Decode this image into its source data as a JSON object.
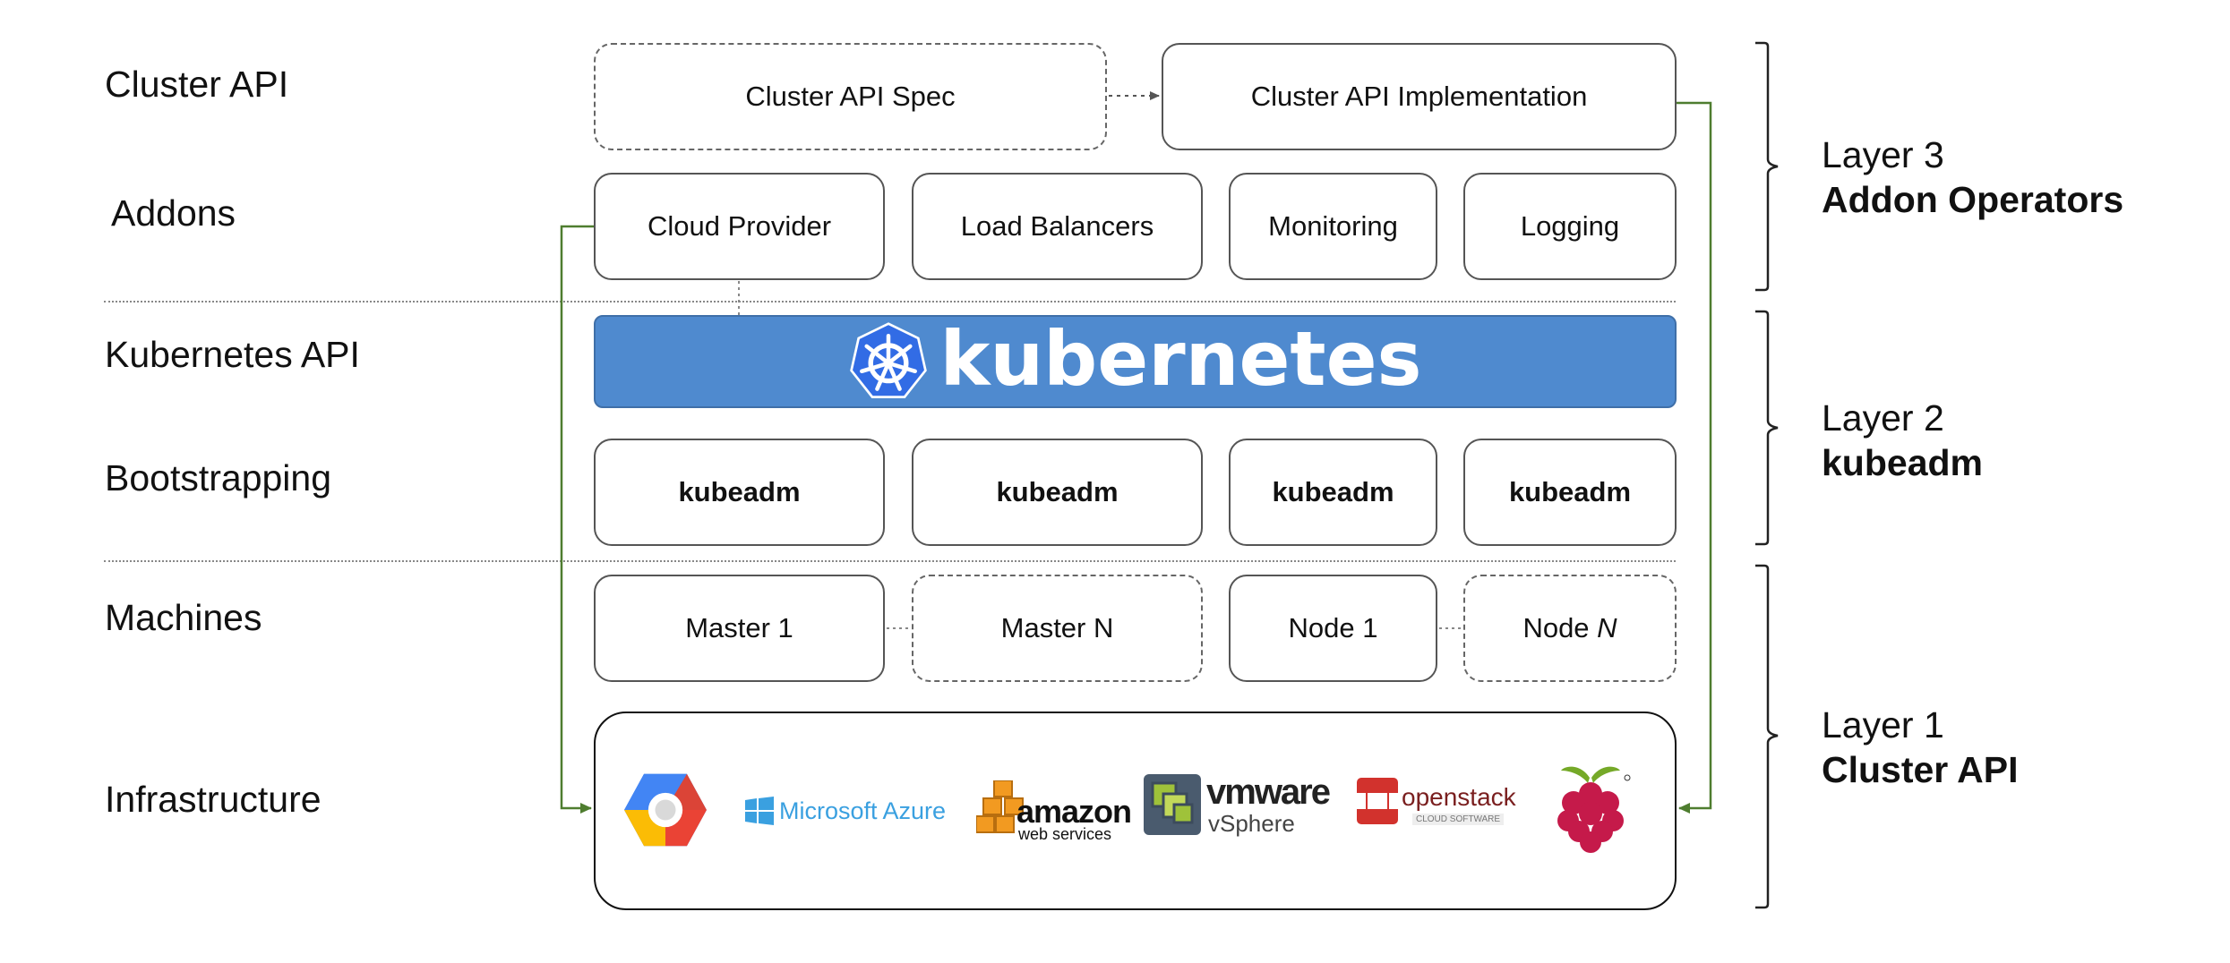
{
  "row_labels": {
    "cluster_api": "Cluster API",
    "addons": "Addons",
    "kubernetes_api": "Kubernetes API",
    "bootstrapping": "Bootstrapping",
    "machines": "Machines",
    "infrastructure": "Infrastructure"
  },
  "cluster_api_row": {
    "spec": "Cluster API Spec",
    "implementation": "Cluster API Implementation"
  },
  "addons_row": [
    "Cloud Provider",
    "Load Balancers",
    "Monitoring",
    "Logging"
  ],
  "kubernetes_bar": {
    "wordmark": "kubernetes"
  },
  "bootstrapping_row": [
    "kubeadm",
    "kubeadm",
    "kubeadm",
    "kubeadm"
  ],
  "machines_row": {
    "master_1": "Master 1",
    "master_n": "Master N",
    "node_1": "Node 1",
    "node_n_prefix": "Node ",
    "node_n_suffix": "N"
  },
  "infrastructure_logos": {
    "azure": "Microsoft Azure",
    "amazon": "amazon",
    "aws_sub": "web services",
    "vmware": "vmware",
    "vsphere": "vSphere",
    "openstack": "openstack",
    "openstack_sub": "CLOUD SOFTWARE"
  },
  "layers": [
    {
      "title": "Layer 3",
      "name": "Addon Operators"
    },
    {
      "title": "Layer 2",
      "name": "kubeadm"
    },
    {
      "title": "Layer 1",
      "name": "Cluster API"
    }
  ],
  "colors": {
    "kubernetes_blue": "#4f8acf",
    "connector_green": "#4e7d2f",
    "box_border": "#555555",
    "divider": "#888888"
  }
}
